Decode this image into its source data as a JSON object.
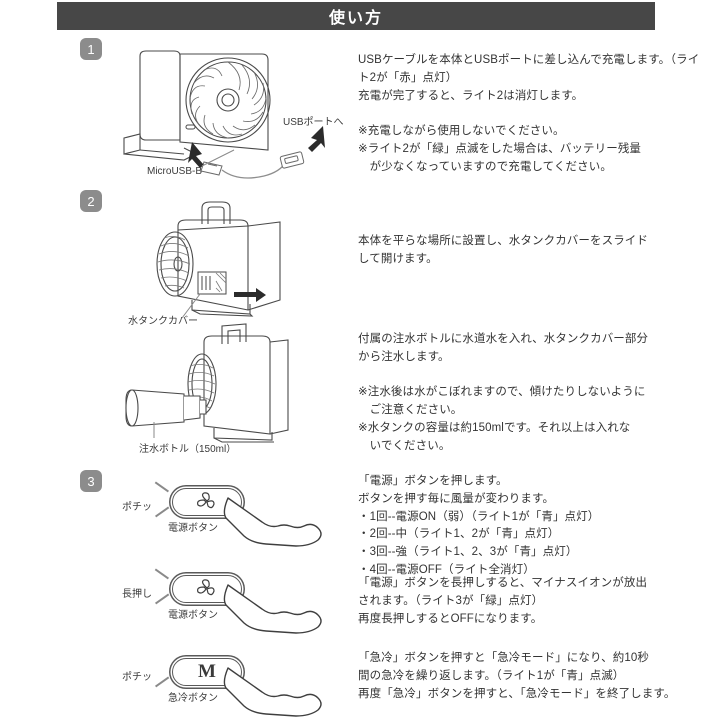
{
  "header": {
    "title": "使い方"
  },
  "steps": [
    {
      "number": "1"
    },
    {
      "number": "2"
    },
    {
      "number": "3"
    }
  ],
  "sections": {
    "charging": {
      "text": "USBケーブルを本体とUSBポートに差し込んで充電します。（ライト2が「赤」点灯）\n充電が完了すると、ライト2は消灯します。\n\n※充電しながら使用しないでください。\n※ライト2が「緑」点滅をした場合は、バッテリー残量\n　が少なくなっていますので充電してください。",
      "labels": {
        "micro_usb": "MicroUSB-B",
        "usb_port": "USBポートへ"
      }
    },
    "tank_cover": {
      "text": "本体を平らな場所に設置し、水タンクカバーをスライド\nして開けます。",
      "labels": {
        "cover": "水タンクカバー"
      }
    },
    "refill": {
      "text": "付属の注水ボトルに水道水を入れ、水タンクカバー部分\nから注水します。\n\n※注水後は水がこぼれますので、傾けたりしないように\n　ご注意ください。\n※水タンクの容量は約150mlです。それ以上は入れな\n　いでください。",
      "labels": {
        "bottle": "注水ボトル（150ml）"
      }
    },
    "power": {
      "text": "「電源」ボタンを押します。\nボタンを押す毎に風量が変わります。\n・1回--電源ON（弱）（ライト1が「青」点灯）\n・2回--中（ライト1、2が「青」点灯）\n・3回--強（ライト1、2、3が「青」点灯）\n・4回--電源OFF（ライト全消灯）"
    },
    "ion": {
      "text": "「電源」ボタンを長押しすると、マイナスイオンが放出\nされます。（ライト3が「緑」点灯）\n再度長押しするとOFFになります。"
    },
    "rapid_cool": {
      "text": "「急冷」ボタンを押すと「急冷モード」になり、約10秒\n間の急冷を繰り返します。（ライト1が「青」点滅）\n再度「急冷」ボタンを押すと、「急冷モード」を終了します。"
    }
  },
  "buttons": [
    {
      "press": "ポチッ",
      "caption": "電源ボタン",
      "glyph": "fan-icon"
    },
    {
      "press": "長押し",
      "caption": "電源ボタン",
      "glyph": "fan-icon"
    },
    {
      "press": "ポチッ",
      "caption": "急冷ボタン",
      "glyph": "M"
    }
  ],
  "colors": {
    "header_bg": "#474747",
    "badge_bg": "#8c8c8c",
    "text": "#333333",
    "line": "#5a5a5a"
  }
}
